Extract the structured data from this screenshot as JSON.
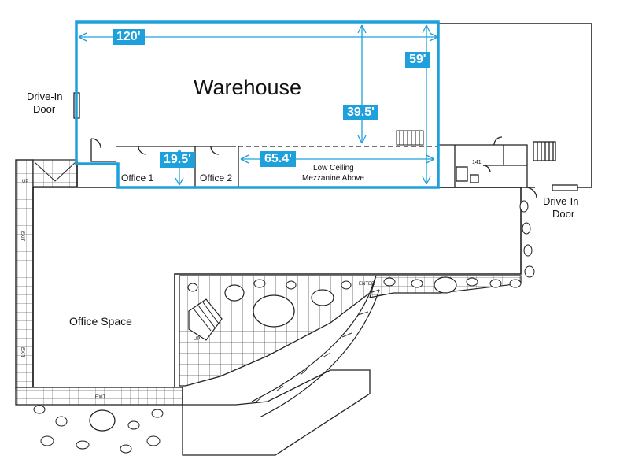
{
  "rooms": {
    "warehouse": "Warehouse",
    "office_1": "Office 1",
    "office_2": "Office 2",
    "office_space": "Office Space",
    "mezzanine_line1": "Low Ceiling",
    "mezzanine_line2": "Mezzanine Above",
    "room_141": "141"
  },
  "doors": {
    "left_line1": "Drive-In",
    "left_line2": "Door",
    "right_line1": "Drive-In",
    "right_line2": "Door"
  },
  "dimensions": {
    "width_top": "120'",
    "depth_right": "59'",
    "depth_mid": "39.5'",
    "office_depth": "19.5'",
    "mezzanine_width": "65.4'"
  },
  "signage": {
    "up_left": "UP",
    "exit_left_1": "EXIT",
    "exit_left_2": "EXIT",
    "exit_bottom": "EXIT",
    "enter": "ENTER",
    "up_stair": "UP"
  },
  "colors": {
    "accent": "#1ea0dc",
    "walls": "#222222"
  }
}
